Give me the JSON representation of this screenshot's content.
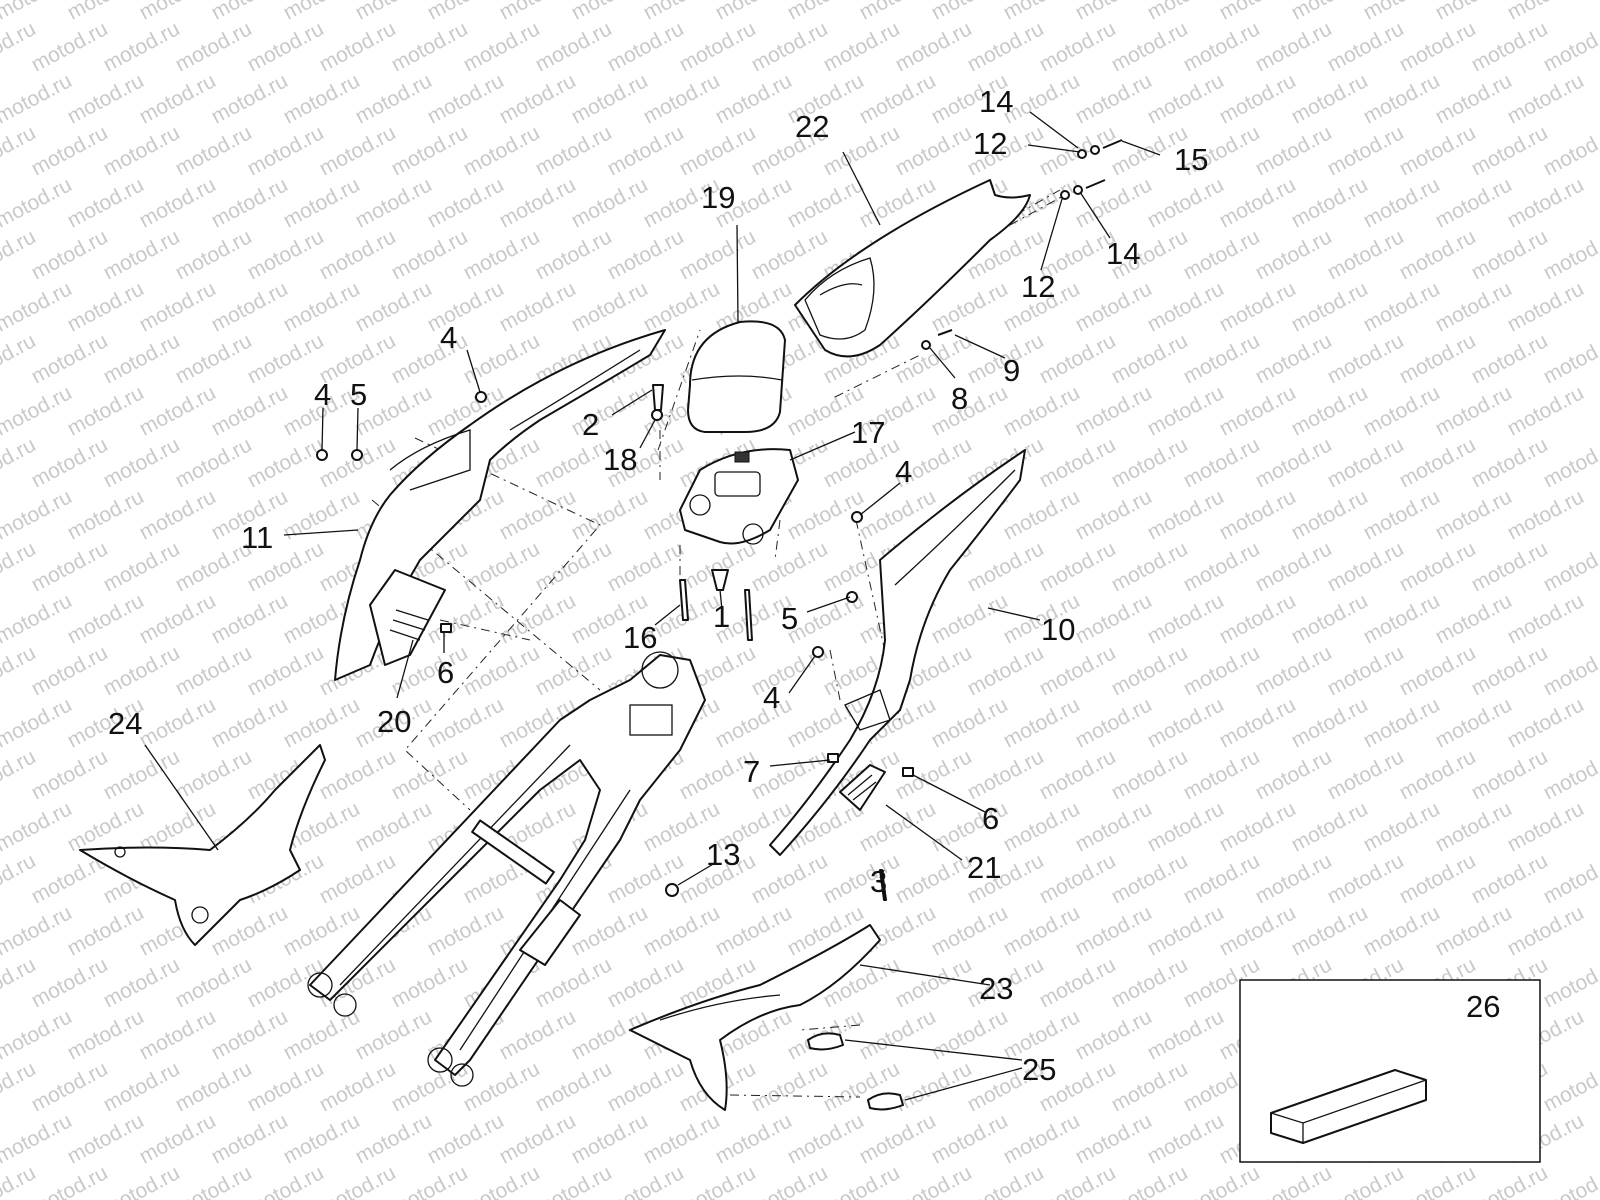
{
  "watermark": "motod.ru",
  "callouts": {
    "c1": "1",
    "c2": "2",
    "c3": "3",
    "c4a": "4",
    "c4b": "4",
    "c4c": "4",
    "c4d": "4",
    "c5a": "5",
    "c5b": "5",
    "c6a": "6",
    "c6b": "6",
    "c7": "7",
    "c8": "8",
    "c9": "9",
    "c10": "10",
    "c11": "11",
    "c12a": "12",
    "c12b": "12",
    "c13": "13",
    "c14a": "14",
    "c14b": "14",
    "c15": "15",
    "c16": "16",
    "c17": "17",
    "c18": "18",
    "c19": "19",
    "c20": "20",
    "c21": "21",
    "c22": "22",
    "c23": "23",
    "c24": "24",
    "c25": "25",
    "c26": "26"
  },
  "colors": {
    "ink": "#111111",
    "watermark": "#c9c9c9",
    "background": "#ffffff"
  }
}
